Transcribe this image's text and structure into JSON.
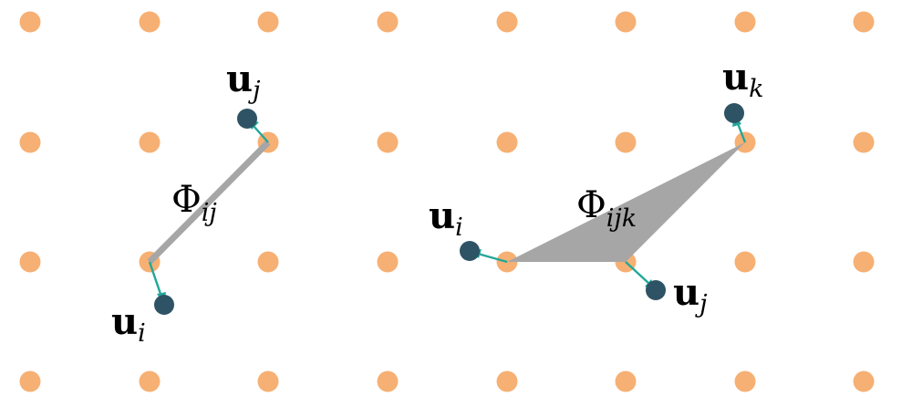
{
  "colors": {
    "lattice_site": "#f6b073",
    "displaced_site": "#2e5364",
    "displacement_arrow": "#22a79a",
    "interaction": "#a6a6a6"
  },
  "left_panel": {
    "bond_label": {
      "symbol": "Φ",
      "subscript": "ij"
    },
    "u_i": {
      "symbol": "u",
      "subscript": "i"
    },
    "u_j": {
      "symbol": "u",
      "subscript": "j"
    }
  },
  "right_panel": {
    "triangle_label": {
      "symbol": "Φ",
      "subscript": "ijk"
    },
    "u_i": {
      "symbol": "u",
      "subscript": "i"
    },
    "u_j": {
      "symbol": "u",
      "subscript": "j"
    },
    "u_k": {
      "symbol": "u",
      "subscript": "k"
    }
  }
}
